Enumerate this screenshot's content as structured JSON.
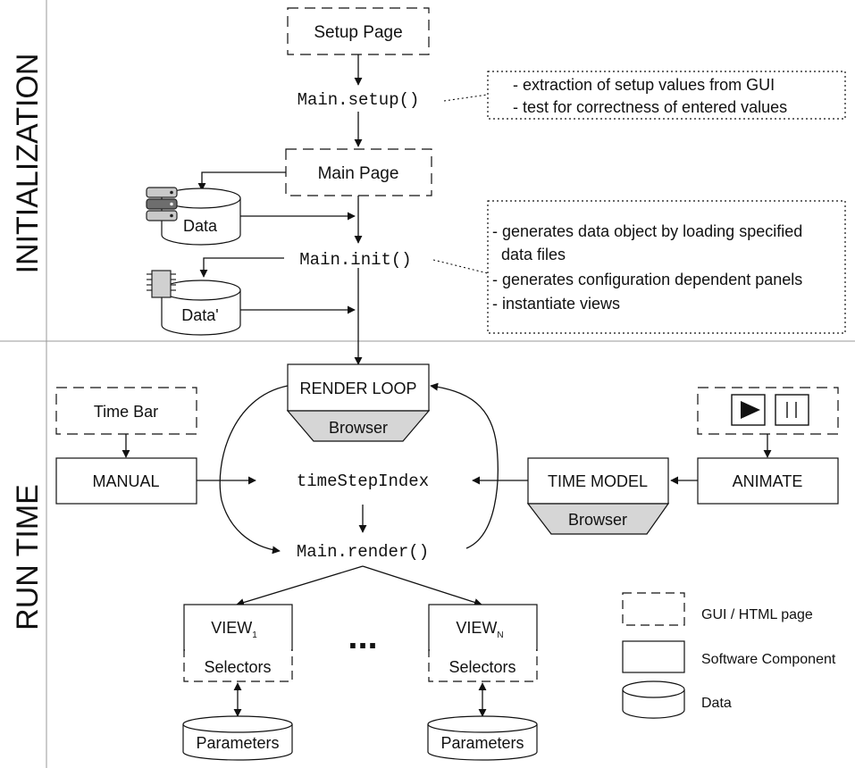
{
  "sections": {
    "initialization": "INITIALIZATION",
    "runtime": "RUN TIME"
  },
  "nodes": {
    "setup_page": "Setup Page",
    "main_setup": "Main.setup()",
    "main_page": "Main Page",
    "data": "Data",
    "main_init": "Main.init()",
    "data_prime": "Data'",
    "render_loop": "RENDER LOOP",
    "render_browser": "Browser",
    "time_bar": "Time Bar",
    "manual": "MANUAL",
    "timestep": "timeStepIndex",
    "time_model": "TIME MODEL",
    "time_model_browser": "Browser",
    "animate": "ANIMATE",
    "main_render": "Main.render()",
    "view1_name": "VIEW",
    "view1_sub": "1",
    "viewn_name": "VIEW",
    "viewn_sub": "N",
    "selectors1": "Selectors",
    "selectorsn": "Selectors",
    "parameters1": "Parameters",
    "parametersn": "Parameters",
    "ellipsis": "..."
  },
  "notes": {
    "setup": [
      "- extraction of setup values from GUI",
      "- test for correctness of entered values"
    ],
    "init": [
      "- generates data object by loading specified",
      "data files",
      "- generates configuration dependent panels",
      "- instantiate views"
    ]
  },
  "legend": {
    "gui": "GUI / HTML page",
    "software": "Software Component",
    "data": "Data"
  },
  "icons": [
    "database-icon",
    "chip-icon",
    "play-icon",
    "pause-icon"
  ]
}
